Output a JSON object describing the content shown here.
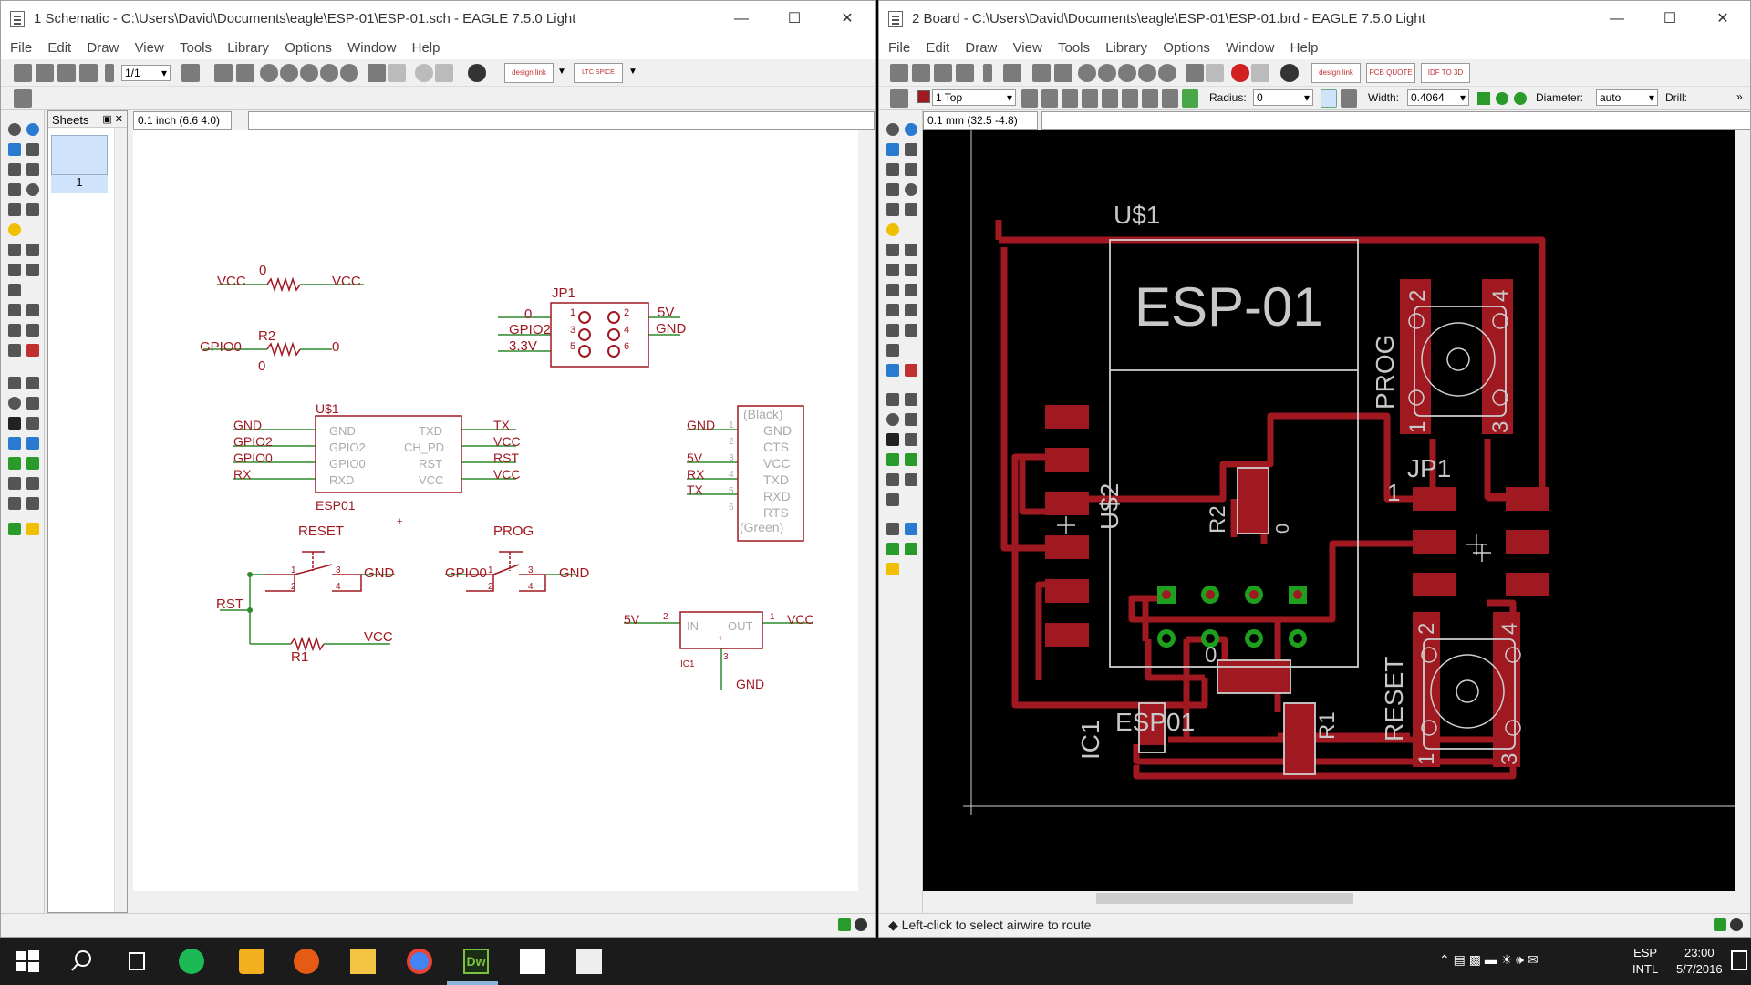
{
  "left_window": {
    "title": "1 Schematic - C:\\Users\\David\\Documents\\eagle\\ESP-01\\ESP-01.sch - EAGLE 7.5.0 Light",
    "menu": [
      "File",
      "Edit",
      "Draw",
      "View",
      "Tools",
      "Library",
      "Options",
      "Window",
      "Help"
    ],
    "sheet_select": "1/1",
    "coord": "0.1 inch (6.6 4.0)",
    "sheets_label": "Sheets",
    "sheet_number": "1",
    "designlink_label": "design link",
    "ltspice_label": "LTC SPICE",
    "schematic": {
      "r1_top": {
        "left": "VCC",
        "value": "0",
        "right": "VCC"
      },
      "r2": {
        "name": "R2",
        "left": "GPIO0",
        "value": "0",
        "right": "0"
      },
      "jp1": {
        "name": "JP1",
        "left": [
          "0",
          "GPIO2",
          "3.3V"
        ],
        "right": [
          "5V",
          "GND"
        ],
        "pins_l": [
          "1",
          "3",
          "5"
        ],
        "pins_r": [
          "2",
          "4",
          "6"
        ]
      },
      "u1": {
        "name": "U$1",
        "part": "ESP01",
        "left_nets": [
          "GND",
          "GPIO2",
          "GPIO0",
          "RX"
        ],
        "left_pins": [
          "GND",
          "GPIO2",
          "GPIO0",
          "RXD"
        ],
        "right_pins": [
          "TXD",
          "CH_PD",
          "RST",
          "VCC"
        ],
        "right_nets": [
          "TX",
          "VCC",
          "RST",
          "VCC"
        ]
      },
      "hdr": {
        "top": "(Black)",
        "bottom": "(Green)",
        "nets": [
          "GND",
          "",
          "5V",
          "RX",
          "TX",
          ""
        ],
        "pins": [
          "GND",
          "CTS",
          "VCC",
          "TXD",
          "RXD",
          "RTS"
        ],
        "nums": [
          "1",
          "2",
          "3",
          "4",
          "5",
          "6"
        ]
      },
      "reset": {
        "name": "RESET",
        "gnd": "GND",
        "rst": "RST",
        "r1": "R1",
        "vcc": "VCC",
        "p1": "1",
        "p2": "2",
        "p3": "3",
        "p4": "4"
      },
      "prog": {
        "name": "PROG",
        "gpio": "GPIO0",
        "gnd": "GND",
        "p1": "1",
        "p2": "2",
        "p3": "3",
        "p4": "4"
      },
      "ic1": {
        "name": "IC1",
        "in": "IN",
        "out": "OUT",
        "in_net": "5V",
        "out_net": "VCC",
        "gnd_net": "GND",
        "pin_in": "2",
        "pin_out": "1",
        "pin_gnd": "3"
      }
    }
  },
  "right_window": {
    "title": "2 Board - C:\\Users\\David\\Documents\\eagle\\ESP-01\\ESP-01.brd - EAGLE 7.5.0 Light",
    "menu": [
      "File",
      "Edit",
      "Draw",
      "View",
      "Tools",
      "Library",
      "Options",
      "Window",
      "Help"
    ],
    "layer": "1 Top",
    "radius_label": "Radius:",
    "radius": "0",
    "width_label": "Width:",
    "width": "0.4064",
    "diameter_label": "Diameter:",
    "diameter": "auto",
    "drill_label": "Drill:",
    "coord": "0.1 mm (32.5 -4.8)",
    "status": "Left-click to select airwire to route",
    "designlink_label": "design link",
    "pcbquote_label": "PCB QUOTE",
    "idf_label": "IDF TO 3D",
    "board": {
      "u1": "U$1",
      "esp": "ESP-01",
      "u2": "U$2",
      "r2": "R2",
      "r2v": "0",
      "prog": "PROG",
      "jp1": "JP1",
      "jp1_pin": "1",
      "reset": "RESET",
      "esp01": "ESP01",
      "ic1": "IC1",
      "r1": "R1",
      "zero": "0",
      "p2": "2",
      "p4": "4",
      "p1": "1",
      "p3": "3"
    }
  },
  "taskbar": {
    "lang": "ESP",
    "lang2": "INTL",
    "time": "23:00",
    "date": "5/7/2016"
  },
  "colors": {
    "trace": "#a01820",
    "airwire": "#cfcfcf",
    "pad_green": "#1ea01e",
    "net": "#2d8a2d",
    "schem_red": "#a01820"
  }
}
